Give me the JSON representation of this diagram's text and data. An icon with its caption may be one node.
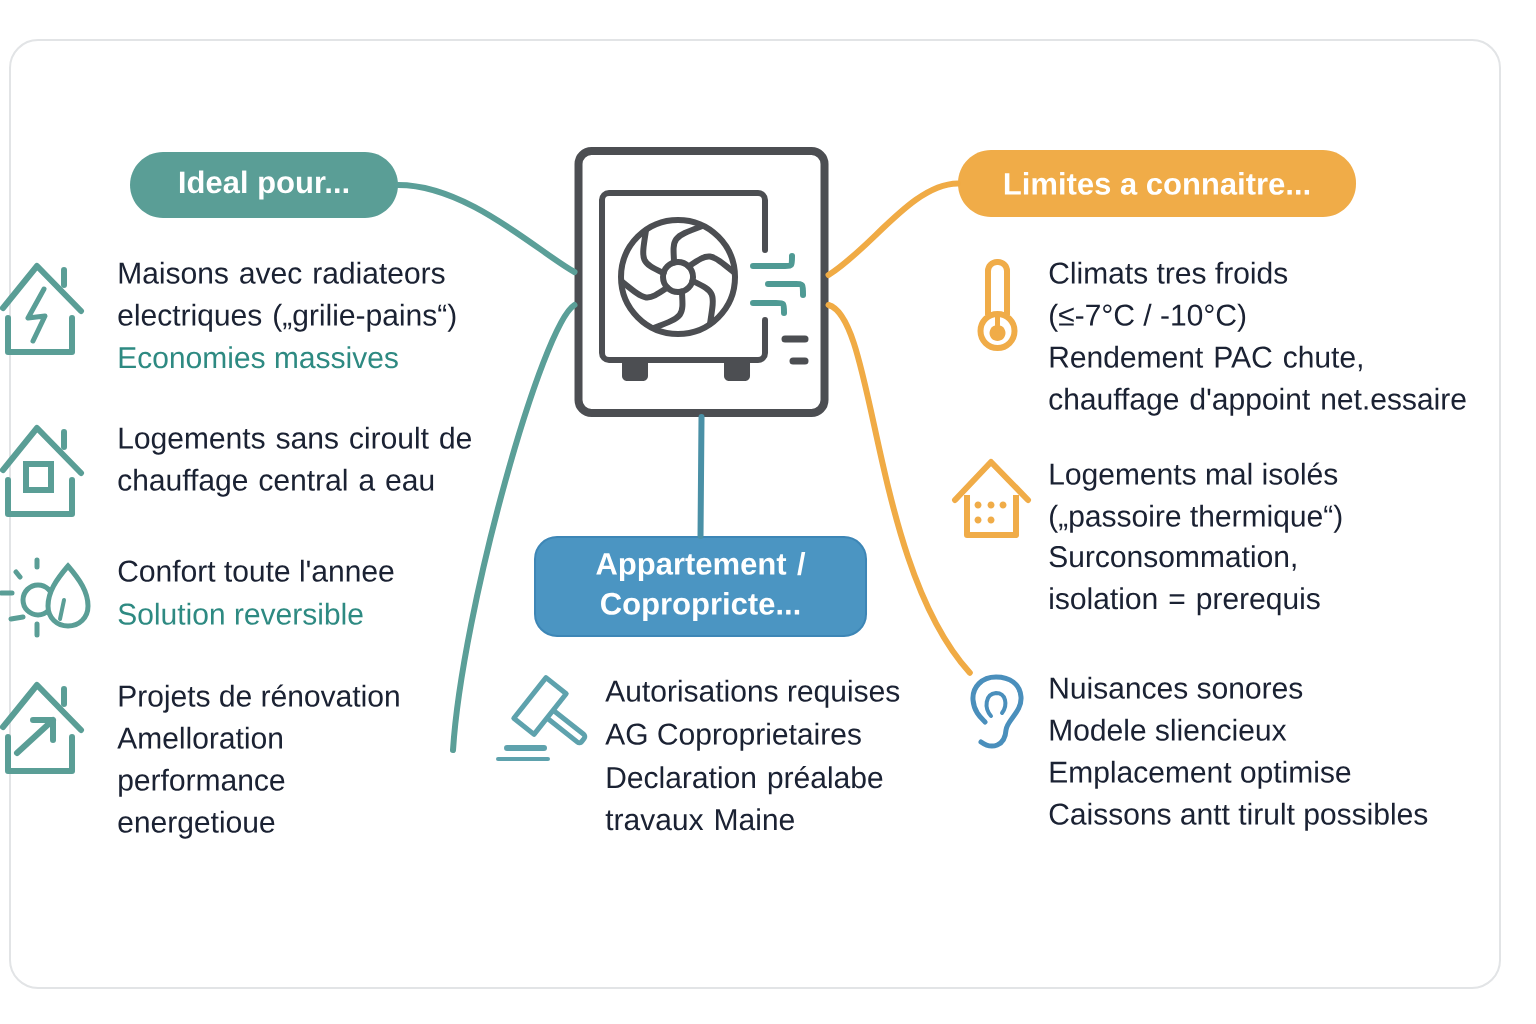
{
  "diagram": {
    "nodes": [
      {
        "text": [],
        "shape": "picture"
      },
      {
        "text": [
          "Ideal pour..."
        ]
      },
      {
        "text": [
          "Limites a connaitre..."
        ]
      },
      {
        "text": [
          "Appartement / Copropricte..."
        ]
      },
      {
        "text": [],
        "shape": "picture",
        "beside": [
          "Nuisances sonores",
          "Modele sliencieux",
          "Emplacement optimise",
          "Caissons antt tirult possibles"
        ]
      }
    ],
    "edges": [
      {
        "from": 0,
        "to": 1,
        "arrow": "none",
        "color": "#5b9f98"
      },
      {
        "from": 0,
        "to": null,
        "arrow": "none",
        "color": "#5b9f98"
      },
      {
        "from": 0,
        "to": 2,
        "arrow": "none",
        "color": "#f0ab45"
      },
      {
        "from": 0,
        "to": 4,
        "arrow": "none",
        "color": "#f0ab45"
      },
      {
        "from": 0,
        "to": 3,
        "arrow": "none",
        "color": "#4a90a6"
      }
    ],
    "labels": [
      "Maisons avec radiateors electriques („grilie-pains“)",
      "Economies massives",
      "Logements sans ciroult de chauffage central a eau",
      "Confort toute l'annee",
      "Solution reversible",
      "Projets de rénovation",
      "Amelloration performance energetioue",
      "Autorisations requises",
      "AG Coproprietaires",
      "Declaration préalabe travaux Maine",
      "Climats tres froids",
      "(≤-7°C / -10°C)",
      "Rendement PAC chute, chauffage d'appoint net.essaire",
      "Logements mal isolés",
      "(„passoire thermique“)",
      "Surconsommation, isolation = prerequis"
    ]
  }
}
